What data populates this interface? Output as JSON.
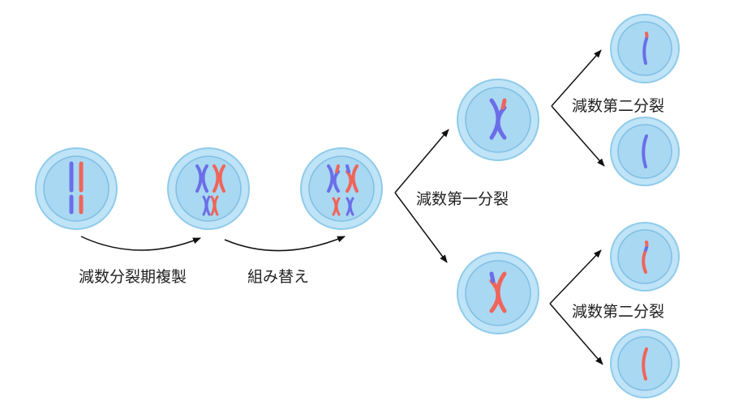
{
  "labels": {
    "premeiotic_replication": "減数分裂期複製",
    "recombination": "組み替え",
    "meiosis_one": "減数第一分裂",
    "meiosis_two_top": "減数第二分裂",
    "meiosis_two_bottom": "減数第二分裂"
  },
  "colors": {
    "cell_outer": "#bfe3f7",
    "cell_outer_stroke": "#8fcbea",
    "cell_inner": "#a9d8f2",
    "cell_inner_stroke": "#7fbfe3",
    "blue_chromosome": "#6b6ee8",
    "red_chromosome": "#f0645a",
    "arrow": "#111111"
  }
}
